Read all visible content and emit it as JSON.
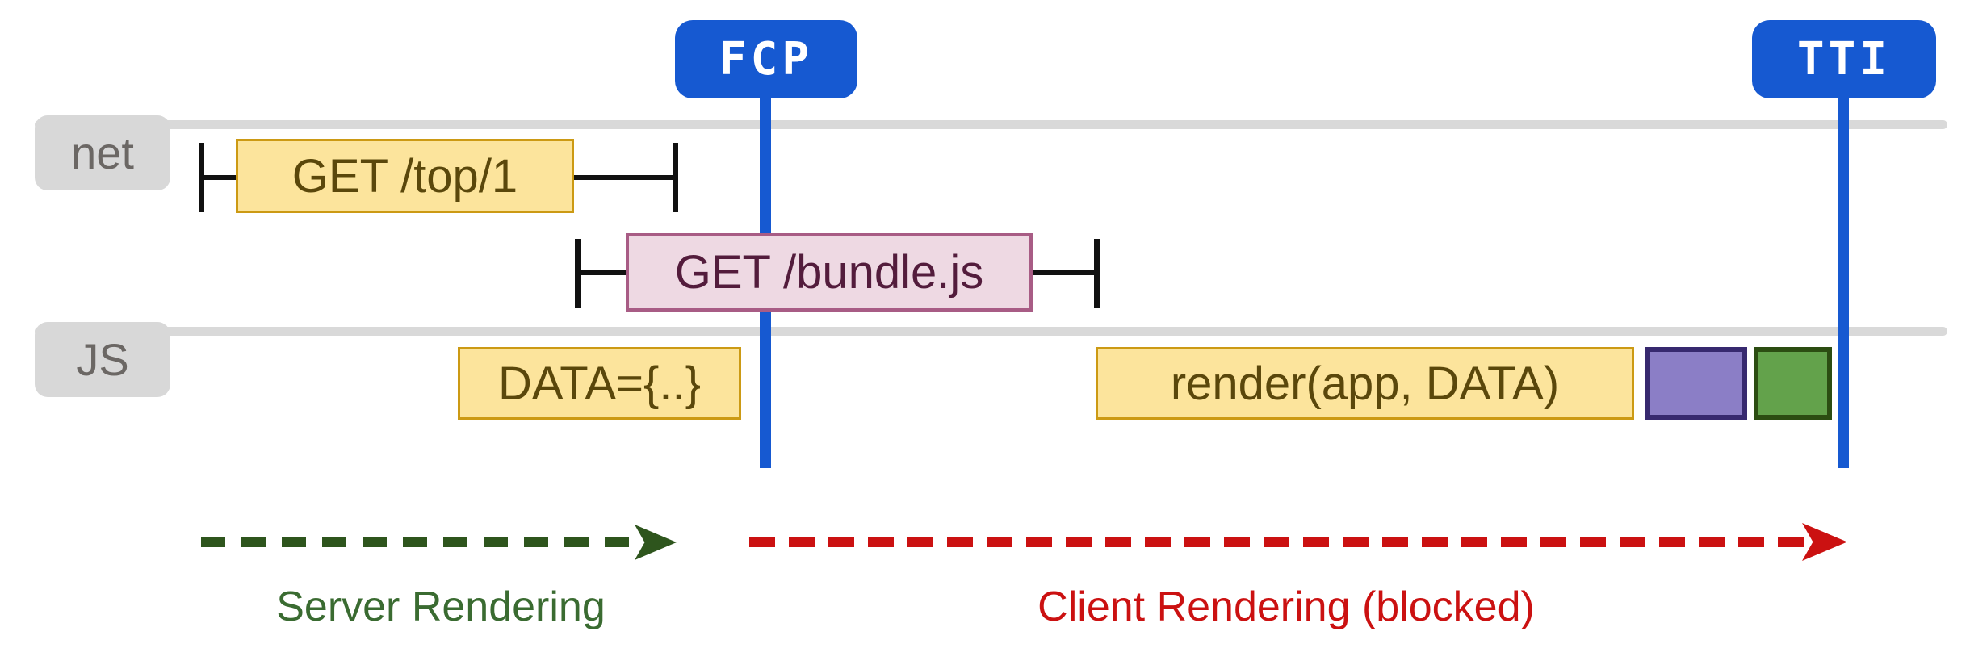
{
  "diagram": {
    "markers": {
      "fcp": "FCP",
      "tti": "TTI"
    },
    "lanes": {
      "net": "net",
      "js": "JS"
    },
    "requests": {
      "top": "GET /top/1",
      "bundle": "GET /bundle.js"
    },
    "tasks": {
      "data": "DATA={..}",
      "render": "render(app, DATA)"
    },
    "phases": {
      "server": "Server Rendering",
      "client": "Client Rendering (blocked)"
    }
  },
  "colors": {
    "blue": "#1659d1",
    "line": "#d9d9d9",
    "label-bg": "#d8d8d8",
    "label-text": "#6b6764",
    "yellow-bg": "#fce49c",
    "yellow-border": "#cc9a14",
    "yellow-text": "#5a470b",
    "pink-bg": "#eed9e3",
    "pink-border": "#a85c85",
    "pink-text": "#531c3c",
    "purple-bg": "#8b7ec6",
    "purple-border": "#37296f",
    "green-bg": "#63a24b",
    "green-border": "#2c4d12",
    "server-arrow": "#2e551d",
    "server-text": "#3a6b31",
    "client-red": "#cb1111",
    "tick": "#111111"
  }
}
